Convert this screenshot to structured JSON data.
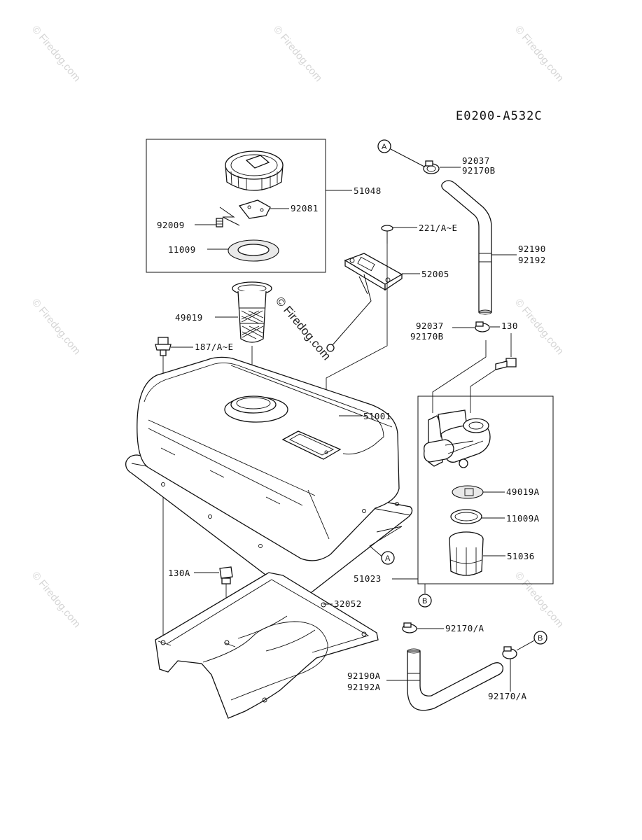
{
  "diagram_code": "E0200-A532C",
  "watermarks": {
    "corner": "© Firedog.com",
    "center": "© Firedog.com"
  },
  "callouts": {
    "p51048": "51048",
    "p92081": "92081",
    "p92009": "92009",
    "p11009": "11009",
    "p49019": "49019",
    "p187": "187/A~E",
    "p221": "221/A~E",
    "p52005": "52005",
    "p51001": "51001",
    "p92037_top": "92037",
    "p92170B_top": "92170B",
    "p92190": "92190",
    "p92192": "92192",
    "p92037_mid": "92037",
    "p92170B_mid": "92170B",
    "p130": "130",
    "p49019A": "49019A",
    "p11009A": "11009A",
    "p51036": "51036",
    "p51023": "51023",
    "p130A": "130A",
    "p32052": "32052",
    "p92170A_1": "92170/A",
    "p92190A": "92190A",
    "p92192A": "92192A",
    "p92170A_2": "92170/A"
  },
  "connectors": {
    "A1": "A",
    "A2": "A",
    "B1": "B",
    "B2": "B"
  }
}
